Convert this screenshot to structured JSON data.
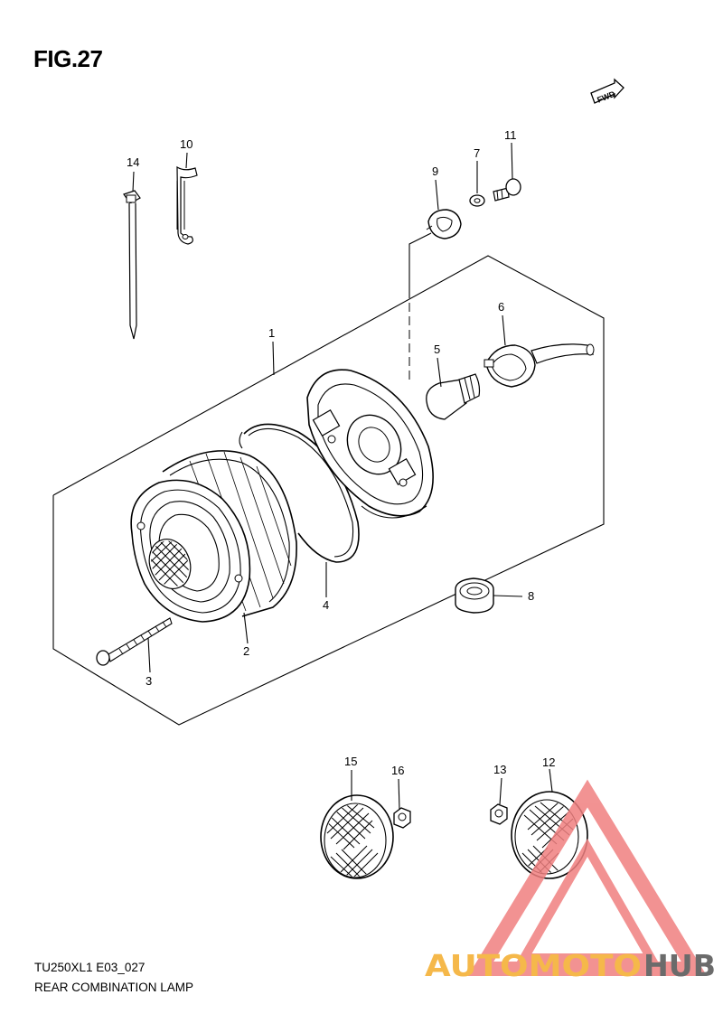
{
  "figure": {
    "title": "FIG.27",
    "model_code": "TU250XL1 E03_027",
    "description": "REAR COMBINATION LAMP",
    "fwd_label": "FWD"
  },
  "callouts": [
    {
      "number": "1"
    },
    {
      "number": "2"
    },
    {
      "number": "3"
    },
    {
      "number": "4"
    },
    {
      "number": "5"
    },
    {
      "number": "6"
    },
    {
      "number": "7"
    },
    {
      "number": "8"
    },
    {
      "number": "9"
    },
    {
      "number": "10"
    },
    {
      "number": "11"
    },
    {
      "number": "12"
    },
    {
      "number": "13"
    },
    {
      "number": "14"
    },
    {
      "number": "15"
    },
    {
      "number": "16"
    }
  ],
  "watermark": {
    "brand_part_a": "AUTOMOTO",
    "brand_part_b": "HUB",
    "color_a": "#f5b84a",
    "color_b": "#6b6b6b",
    "triangle_color": "#f08080"
  }
}
